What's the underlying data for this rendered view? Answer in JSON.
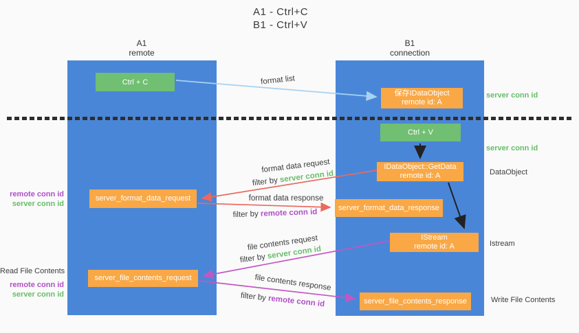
{
  "title": {
    "line1": "A1 - Ctrl+C",
    "line2": "B1 - Ctrl+V"
  },
  "lanes": {
    "left": {
      "name": "A1",
      "sub": "remote"
    },
    "right": {
      "name": "B1",
      "sub": "connection"
    }
  },
  "nodes": {
    "ctrl_c": "Ctrl + C",
    "ctrl_v": "Ctrl + V",
    "save_idataobject": {
      "line1": "保存IDataObject",
      "line2": "remote id: A"
    },
    "getdata": {
      "line1": "IDataObject::GetData",
      "line2": "remote id: A"
    },
    "istream": {
      "line1": "IStream",
      "line2": "remote id: A"
    },
    "server_format_data_request": "server_format_data_request",
    "server_format_data_response": "server_format_data_response",
    "server_file_contents_request": "server_file_contents_request",
    "server_file_contents_response": "server_file_contents_response"
  },
  "flow_labels": {
    "format_list": "format list",
    "format_data_request": "format data request",
    "format_data_response": "format data response",
    "file_contents_request": "file contents request",
    "file_contents_response": "file contents response",
    "filter_by": "filter by",
    "server_conn_id": "server conn id",
    "remote_conn_id": "remote conn id"
  },
  "side_labels": {
    "server_conn_id_top": "server conn id",
    "server_conn_id_mid": "server conn id",
    "data_object": "DataObject",
    "istream": "Istream",
    "read_file_contents": "Read File Contents",
    "write_file_contents": "Write File Contents",
    "remote_conn_id": "remote conn id",
    "server_conn_id": "server conn id"
  },
  "colors": {
    "lane_blue": "#4a86d8",
    "node_orange": "#f9a845",
    "key_green": "#70bf72",
    "arrow_blue": "#a9d2f1",
    "arrow_red": "#e96a60",
    "arrow_magenta": "#c257c2",
    "arrow_black": "#222222",
    "text_green": "#67bd6a",
    "text_purple": "#b14fc7"
  }
}
